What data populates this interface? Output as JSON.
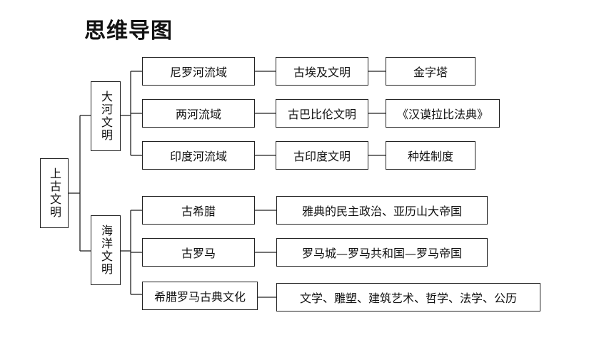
{
  "title": "思维导图",
  "root": "上古文明",
  "branches": [
    {
      "label": "大河文明",
      "rows": [
        {
          "region": "尼罗河流域",
          "civ": "古埃及文明",
          "item": "金字塔"
        },
        {
          "region": "两河流域",
          "civ": "古巴比伦文明",
          "item": "《汉谟拉比法典》"
        },
        {
          "region": "印度河流域",
          "civ": "古印度文明",
          "item": "种姓制度"
        }
      ]
    },
    {
      "label": "海洋文明",
      "rows": [
        {
          "region": "古希腊",
          "detail": "雅典的民主政治、亚历山大帝国"
        },
        {
          "region": "古罗马",
          "detail": "罗马城—罗马共和国—罗马帝国"
        },
        {
          "region": "希腊罗马古典文化",
          "detail": "文学、雕塑、建筑艺术、哲学、法学、公历"
        }
      ]
    }
  ]
}
